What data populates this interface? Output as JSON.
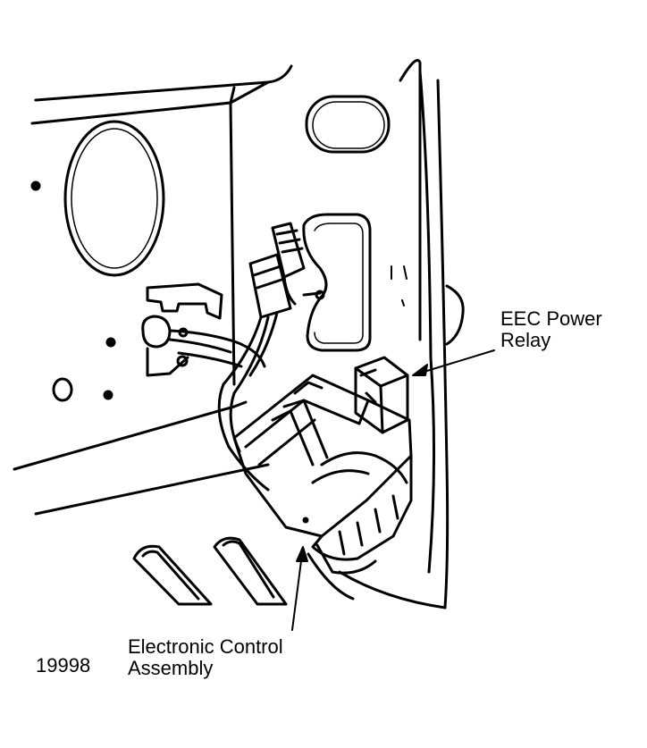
{
  "figure_number": "19998",
  "labels": {
    "eec_power_relay": {
      "line1": "EEC Power",
      "line2": "Relay"
    },
    "electronic_control_assembly": {
      "line1": "Electronic Control",
      "line2": "Assembly"
    }
  },
  "colors": {
    "ink": "#000000",
    "paper": "#ffffff"
  }
}
